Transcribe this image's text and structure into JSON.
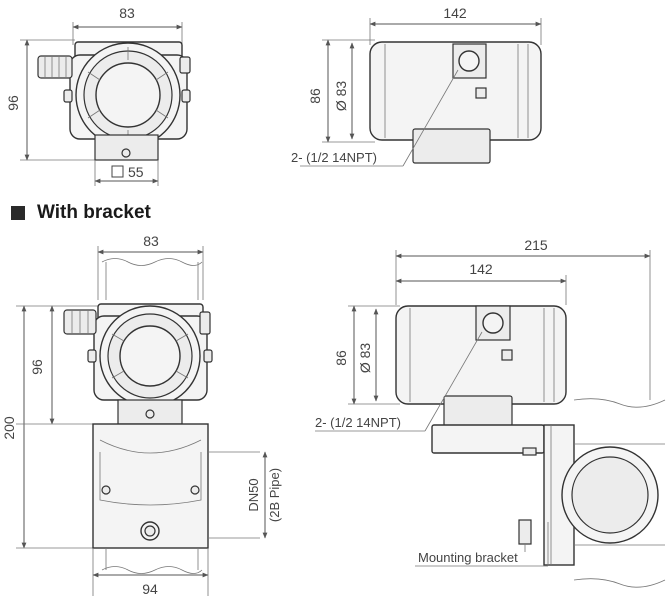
{
  "heading": {
    "title": "With bracket"
  },
  "top_front": {
    "width": "83",
    "height": "96",
    "base": "55"
  },
  "top_side": {
    "length": "142",
    "height": "86",
    "diameter": "Ø 83",
    "conduit": "2- (1/2 14NPT)"
  },
  "bottom_front": {
    "width": "83",
    "height": "96",
    "total_height": "200",
    "base_width": "94",
    "pipe_line1": "DN50",
    "pipe_line2": "(2B Pipe)"
  },
  "bottom_side": {
    "total_length": "215",
    "length": "142",
    "height": "86",
    "diameter": "Ø 83",
    "conduit": "2- (1/2 14NPT)",
    "bracket": "Mounting bracket"
  }
}
